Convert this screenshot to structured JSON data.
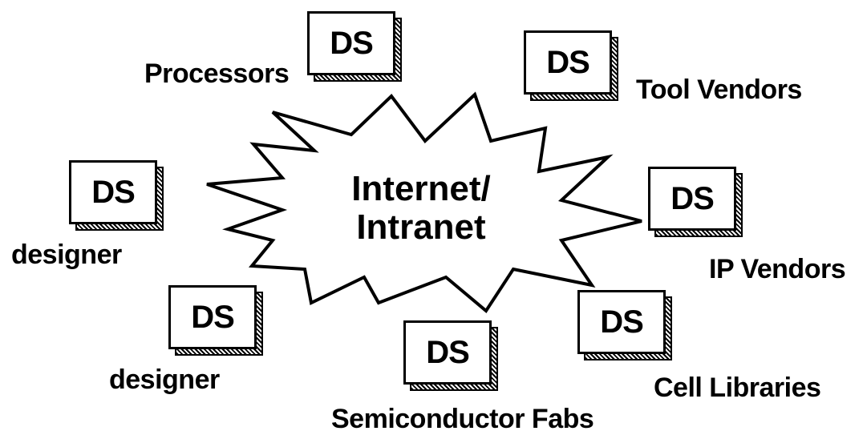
{
  "hub": {
    "line1": "Internet/",
    "line2": "Intranet"
  },
  "nodes": [
    {
      "box": "DS",
      "label": "Processors"
    },
    {
      "box": "DS",
      "label": "Tool Vendors"
    },
    {
      "box": "DS",
      "label": "designer"
    },
    {
      "box": "DS",
      "label": "IP Vendors"
    },
    {
      "box": "DS",
      "label": "designer"
    },
    {
      "box": "DS",
      "label": "Semiconductor Fabs"
    },
    {
      "box": "DS",
      "label": "Cell Libraries"
    }
  ]
}
